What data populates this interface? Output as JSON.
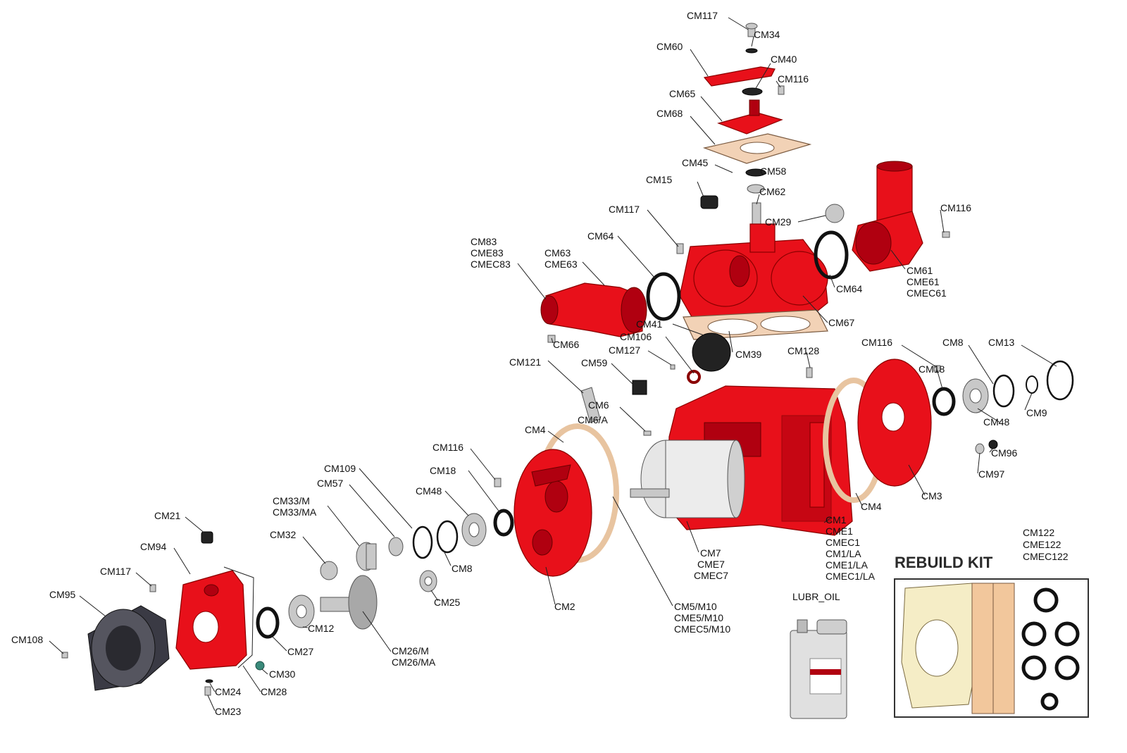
{
  "labels": {
    "cm117_top": "CM117",
    "cm34": "CM34",
    "cm60": "CM60",
    "cm40": "CM40",
    "cm116_top": "CM116",
    "cm65": "CM65",
    "cm68": "CM68",
    "cm45": "CM45",
    "cm58": "CM58",
    "cm15": "CM15",
    "cm62": "CM62",
    "cm29": "CM29",
    "cm116_right": "CM116",
    "cm117_mid": "CM117",
    "cm64_left": "CM64",
    "cm83": [
      "CM83",
      "CME83",
      "CMEC83"
    ],
    "cm63": [
      "CM63",
      "CME63"
    ],
    "cm64_right": "CM64",
    "cm61": [
      "CM61",
      "CME61",
      "CMEC61"
    ],
    "cm67": "CM67",
    "cm66": "CM66",
    "cm41": "CM41",
    "cm106": "CM106",
    "cm39": "CM39",
    "cm127": "CM127",
    "cm128": "CM128",
    "cm121": "CM121",
    "cm59": "CM59",
    "cm6": [
      "CM6",
      "CM6/A"
    ],
    "cm116_plate": "CM116",
    "cm8_right": "CM8",
    "cm13": "CM13",
    "cm18_right": "CM18",
    "cm9": "CM9",
    "cm48_right": "CM48",
    "cm96": "CM96",
    "cm97": "CM97",
    "cm3": "CM3",
    "cm4_right": "CM4",
    "cm4_left": "CM4",
    "cm116_low": "CM116",
    "cm18_left": "CM18",
    "cm48_left": "CM48",
    "cm109": "CM109",
    "cm57": "CM57",
    "cm33": [
      "CM33/M",
      "CM33/MA"
    ],
    "cm32": "CM32",
    "cm8_left": "CM8",
    "cm25": "CM25",
    "cm1": [
      "CM1",
      "CME1",
      "CMEC1",
      "CM1/LA",
      "CME1/LA",
      "CMEC1/LA"
    ],
    "cm7": [
      "CM7",
      "CME7",
      "CMEC7"
    ],
    "cm2": "CM2",
    "cm5": [
      "CM5/M10",
      "CME5/M10",
      "CMEC5/M10"
    ],
    "cm21": "CM21",
    "cm94": "CM94",
    "cm117_low": "CM117",
    "cm95": "CM95",
    "cm108": "CM108",
    "cm12": "CM12",
    "cm27": "CM27",
    "cm26": [
      "CM26/M",
      "CM26/MA"
    ],
    "cm30": "CM30",
    "cm24": "CM24",
    "cm28": "CM28",
    "cm23": "CM23",
    "lubr_oil": "LUBR_OIL",
    "cm122": [
      "CM122",
      "CME122",
      "CMEC122"
    ]
  },
  "rebuild_kit": {
    "title": "REBUILD KIT"
  },
  "colors": {
    "part_red": "#e8101a",
    "gasket": "#f2d2b6",
    "seal_black": "#111111"
  }
}
